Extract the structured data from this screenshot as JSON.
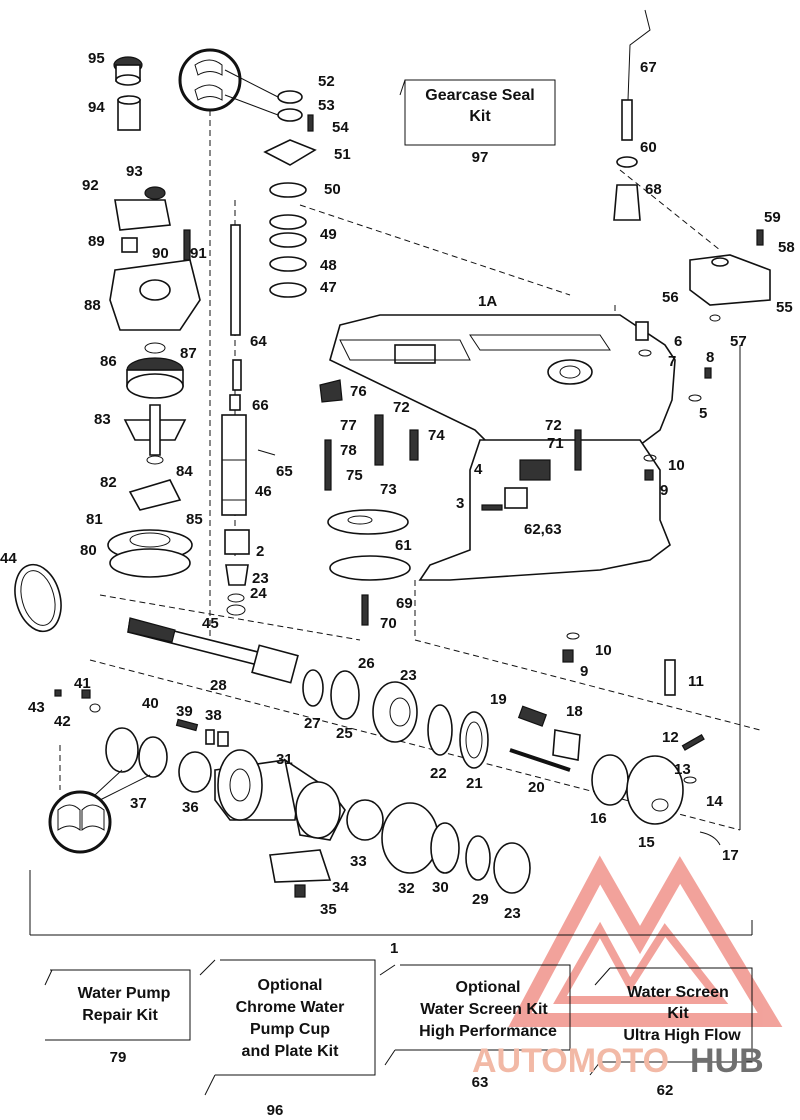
{
  "callouts": [
    {
      "id": "95",
      "text": "95"
    },
    {
      "id": "94",
      "text": "94"
    },
    {
      "id": "93",
      "text": "93"
    },
    {
      "id": "92",
      "text": "92"
    },
    {
      "id": "89",
      "text": "89"
    },
    {
      "id": "90",
      "text": "90"
    },
    {
      "id": "91",
      "text": "91"
    },
    {
      "id": "88",
      "text": "88"
    },
    {
      "id": "87",
      "text": "87"
    },
    {
      "id": "86",
      "text": "86"
    },
    {
      "id": "83",
      "text": "83"
    },
    {
      "id": "84",
      "text": "84"
    },
    {
      "id": "82",
      "text": "82"
    },
    {
      "id": "85",
      "text": "85"
    },
    {
      "id": "81",
      "text": "81"
    },
    {
      "id": "80",
      "text": "80"
    },
    {
      "id": "44",
      "text": "44"
    },
    {
      "id": "52",
      "text": "52"
    },
    {
      "id": "53",
      "text": "53"
    },
    {
      "id": "54",
      "text": "54"
    },
    {
      "id": "51",
      "text": "51"
    },
    {
      "id": "50",
      "text": "50"
    },
    {
      "id": "49",
      "text": "49"
    },
    {
      "id": "48",
      "text": "48"
    },
    {
      "id": "47",
      "text": "47"
    },
    {
      "id": "64",
      "text": "64"
    },
    {
      "id": "66",
      "text": "66"
    },
    {
      "id": "65",
      "text": "65"
    },
    {
      "id": "46",
      "text": "46"
    },
    {
      "id": "2",
      "text": "2"
    },
    {
      "id": "23a",
      "text": "23"
    },
    {
      "id": "24",
      "text": "24"
    },
    {
      "id": "45",
      "text": "45"
    },
    {
      "id": "67",
      "text": "67"
    },
    {
      "id": "60",
      "text": "60"
    },
    {
      "id": "68",
      "text": "68"
    },
    {
      "id": "59",
      "text": "59"
    },
    {
      "id": "58",
      "text": "58"
    },
    {
      "id": "56",
      "text": "56"
    },
    {
      "id": "55",
      "text": "55"
    },
    {
      "id": "57",
      "text": "57"
    },
    {
      "id": "1A",
      "text": "1A"
    },
    {
      "id": "6",
      "text": "6"
    },
    {
      "id": "7",
      "text": "7"
    },
    {
      "id": "8",
      "text": "8"
    },
    {
      "id": "5",
      "text": "5"
    },
    {
      "id": "76",
      "text": "76"
    },
    {
      "id": "77",
      "text": "77"
    },
    {
      "id": "72a",
      "text": "72"
    },
    {
      "id": "74",
      "text": "74"
    },
    {
      "id": "78",
      "text": "78"
    },
    {
      "id": "75",
      "text": "75"
    },
    {
      "id": "72b",
      "text": "72"
    },
    {
      "id": "71",
      "text": "71"
    },
    {
      "id": "10a",
      "text": "10"
    },
    {
      "id": "9a",
      "text": "9"
    },
    {
      "id": "4",
      "text": "4"
    },
    {
      "id": "73",
      "text": "73"
    },
    {
      "id": "3",
      "text": "3"
    },
    {
      "id": "6263",
      "text": "62,63"
    },
    {
      "id": "61",
      "text": "61"
    },
    {
      "id": "69",
      "text": "69"
    },
    {
      "id": "70",
      "text": "70"
    },
    {
      "id": "10b",
      "text": "10"
    },
    {
      "id": "9b",
      "text": "9"
    },
    {
      "id": "11",
      "text": "11"
    },
    {
      "id": "26",
      "text": "26"
    },
    {
      "id": "23b",
      "text": "23"
    },
    {
      "id": "28",
      "text": "28"
    },
    {
      "id": "27",
      "text": "27"
    },
    {
      "id": "25",
      "text": "25"
    },
    {
      "id": "41",
      "text": "41"
    },
    {
      "id": "43",
      "text": "43"
    },
    {
      "id": "42",
      "text": "42"
    },
    {
      "id": "40",
      "text": "40"
    },
    {
      "id": "39",
      "text": "39"
    },
    {
      "id": "38",
      "text": "38"
    },
    {
      "id": "19",
      "text": "19"
    },
    {
      "id": "18",
      "text": "18"
    },
    {
      "id": "12",
      "text": "12"
    },
    {
      "id": "13",
      "text": "13"
    },
    {
      "id": "14",
      "text": "14"
    },
    {
      "id": "22",
      "text": "22"
    },
    {
      "id": "21",
      "text": "21"
    },
    {
      "id": "20",
      "text": "20"
    },
    {
      "id": "31",
      "text": "31"
    },
    {
      "id": "37",
      "text": "37"
    },
    {
      "id": "36",
      "text": "36"
    },
    {
      "id": "16",
      "text": "16"
    },
    {
      "id": "15",
      "text": "15"
    },
    {
      "id": "17",
      "text": "17"
    },
    {
      "id": "33",
      "text": "33"
    },
    {
      "id": "32",
      "text": "32"
    },
    {
      "id": "30",
      "text": "30"
    },
    {
      "id": "29",
      "text": "29"
    },
    {
      "id": "23c",
      "text": "23"
    },
    {
      "id": "34",
      "text": "34"
    },
    {
      "id": "35",
      "text": "35"
    },
    {
      "id": "1",
      "text": "1"
    }
  ],
  "kits": {
    "gearcase_seal": {
      "line1": "Gearcase Seal",
      "line2": "Kit",
      "number": "97"
    },
    "water_pump_repair": {
      "line1": "Water Pump",
      "line2": "Repair Kit",
      "number": "79"
    },
    "chrome_cup": {
      "line1": "Optional",
      "line2": "Chrome Water",
      "line3": "Pump Cup",
      "line4": "and Plate Kit",
      "number": "96"
    },
    "screen_hp": {
      "line1": "Optional",
      "line2": "Water Screen Kit",
      "line3": "High Performance",
      "number": "63"
    },
    "screen_uhf": {
      "line1": "Water Screen",
      "line2": "Kit",
      "line3": "Ultra High Flow",
      "number": "62"
    }
  },
  "watermark": {
    "text_a": "AUTOMOTO",
    "text_b": "HUB",
    "color_a": "#f2b9a6",
    "color_b": "#6f6f6f",
    "logo_color": "#e8574a"
  }
}
